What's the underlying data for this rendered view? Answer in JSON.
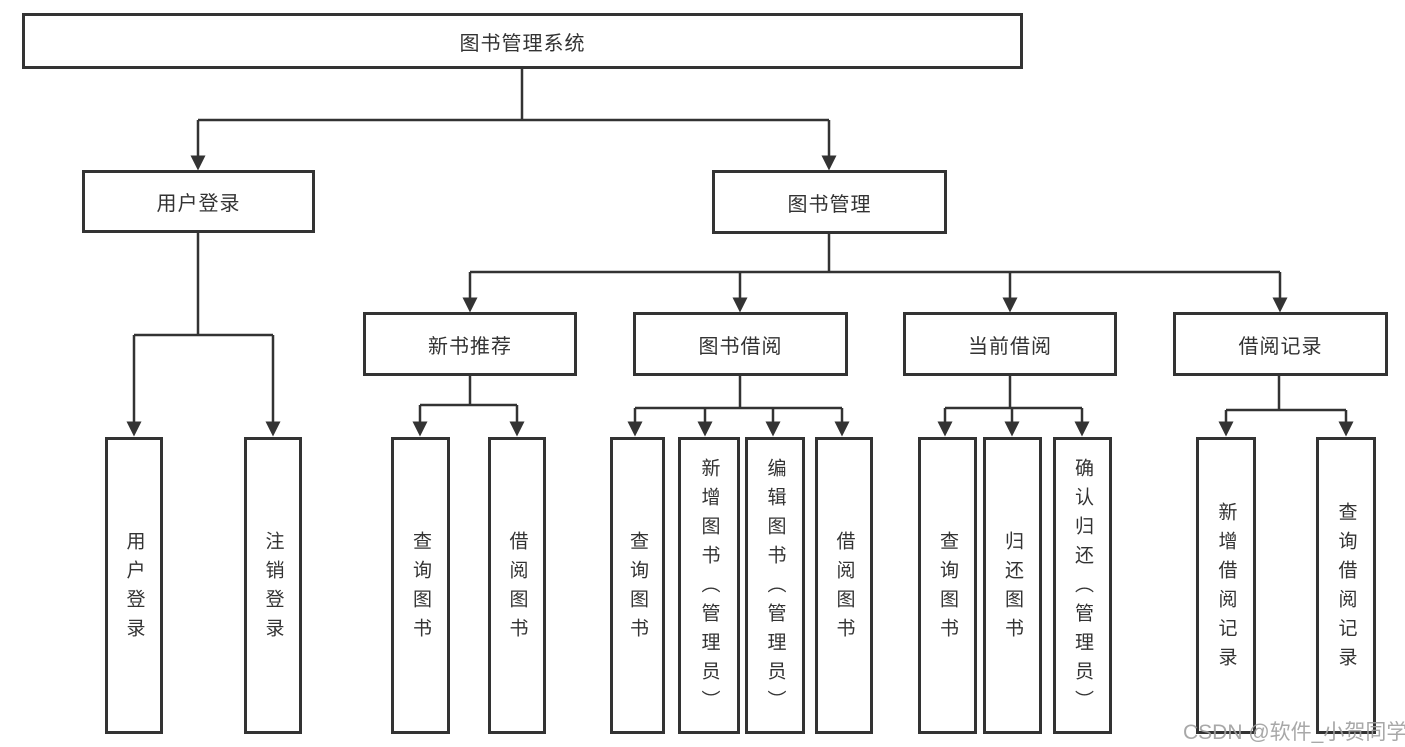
{
  "diagram": {
    "title": "图书管理系统",
    "branches": [
      {
        "label": "用户登录",
        "leaves": [
          {
            "label": "用户登录"
          },
          {
            "label": "注销登录"
          }
        ]
      },
      {
        "label": "图书管理",
        "groups": [
          {
            "label": "新书推荐",
            "leaves": [
              {
                "label": "查询图书"
              },
              {
                "label": "借阅图书"
              }
            ]
          },
          {
            "label": "图书借阅",
            "leaves": [
              {
                "label": "查询图书"
              },
              {
                "label": "新增图书（管理员）"
              },
              {
                "label": "编辑图书（管理员）"
              },
              {
                "label": "借阅图书"
              }
            ]
          },
          {
            "label": "当前借阅",
            "leaves": [
              {
                "label": "查询图书"
              },
              {
                "label": "归还图书"
              },
              {
                "label": "确认归还（管理员）"
              }
            ]
          },
          {
            "label": "借阅记录",
            "leaves": [
              {
                "label": "新增借阅记录"
              },
              {
                "label": "查询借阅记录"
              }
            ]
          }
        ]
      }
    ]
  },
  "watermark": {
    "text": "CSDN @软件_小贺同学"
  },
  "colors": {
    "line": "#333333",
    "box_border": "#333333",
    "text": "#333333",
    "watermark": "#9e9e9e"
  }
}
